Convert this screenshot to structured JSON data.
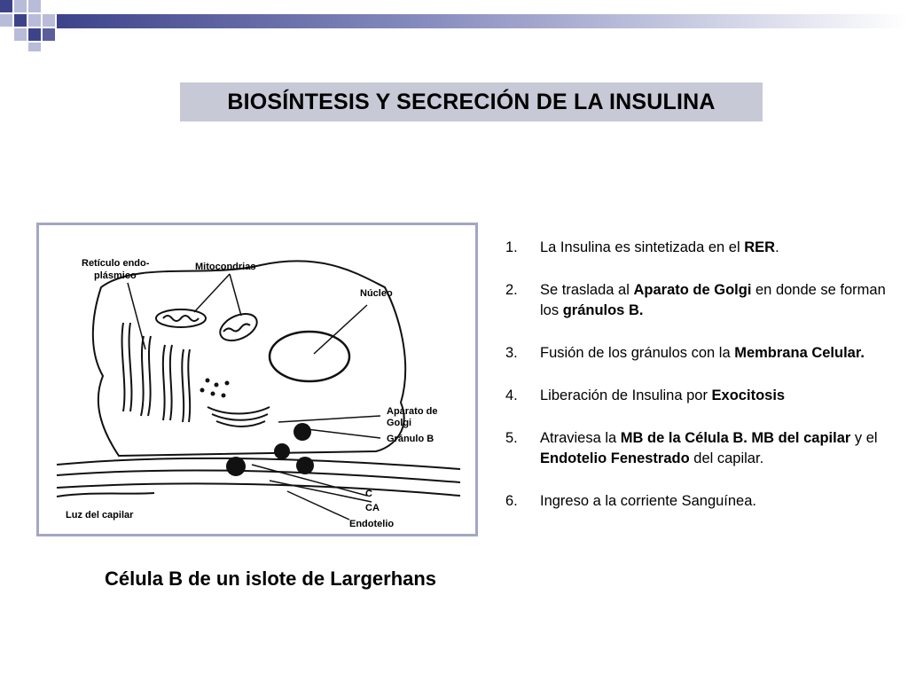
{
  "title": "BIOSÍNTESIS  Y  SECRECIÓN DE LA INSULINA",
  "figure": {
    "caption": "Célula B de un islote de Largerhans",
    "labels": {
      "reticulo": "Retículo endo-",
      "reticulo2": "plásmico",
      "mitocondrias": "Mitocondrias",
      "nucleo": "Núcleo",
      "aparato": "Aparato de",
      "golgi": "Golgi",
      "granulo": "Gránulo B",
      "c": "C",
      "ca": "CA",
      "endotelio": "Endotelio",
      "luz": "Luz del capilar"
    }
  },
  "steps": [
    {
      "num": "1.",
      "parts": [
        {
          "t": "La Insulina es sintetizada en el "
        },
        {
          "t": "RER",
          "b": true
        },
        {
          "t": "."
        }
      ]
    },
    {
      "num": "2.",
      "parts": [
        {
          "t": "Se traslada al "
        },
        {
          "t": "Aparato de Golgi",
          "b": true
        },
        {
          "t": " en donde se forman los "
        },
        {
          "t": "gránulos B.",
          "b": true
        }
      ]
    },
    {
      "num": "3.",
      "parts": [
        {
          "t": "Fusión de los gránulos con la "
        },
        {
          "t": "Membrana  Celular.",
          "b": true
        }
      ]
    },
    {
      "num": "4.",
      "parts": [
        {
          "t": "Liberación de Insulina por "
        },
        {
          "t": "Exocitosis",
          "b": true
        }
      ]
    },
    {
      "num": "5.",
      "parts": [
        {
          "t": "Atraviesa la "
        },
        {
          "t": "MB de la Célula B.",
          "b": true
        },
        {
          "t": " "
        },
        {
          "t": "MB del capilar",
          "b": true
        },
        {
          "t": " y el "
        },
        {
          "t": "Endotelio Fenestrado",
          "b": true
        },
        {
          "t": " del capilar."
        }
      ]
    },
    {
      "num": "6.",
      "parts": [
        {
          "t": "Ingreso a la corriente Sanguínea."
        }
      ]
    }
  ],
  "colors": {
    "title_bg": "#c7c9d6",
    "frame": "#a3a6c4",
    "deco_dark": "#5a5f9c",
    "deco_light": "#b9bcd8"
  }
}
